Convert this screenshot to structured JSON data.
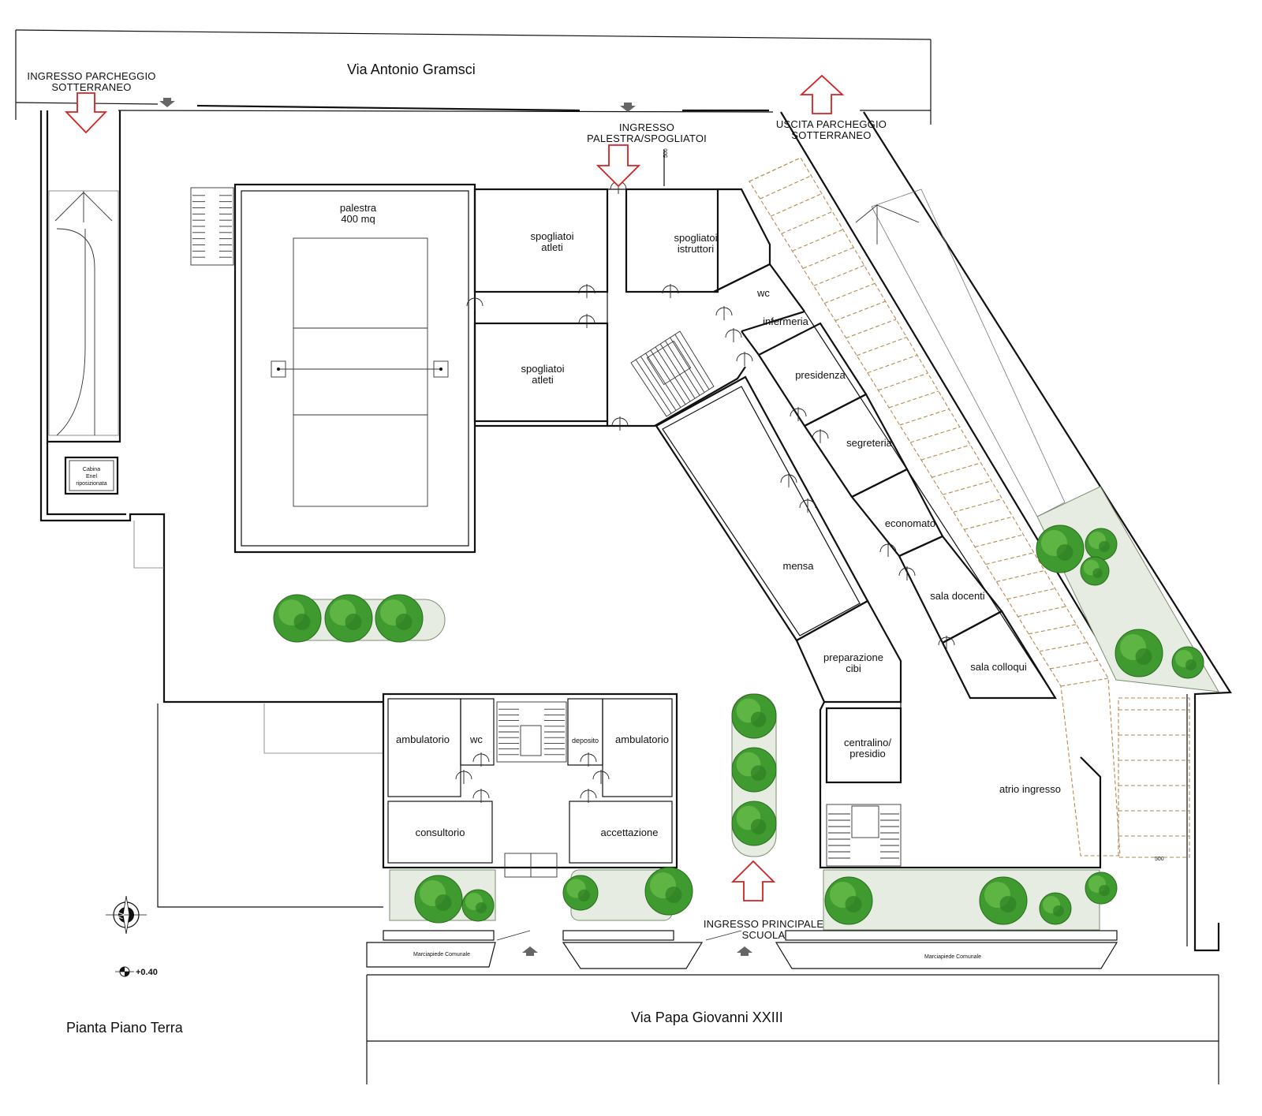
{
  "colors": {
    "wall": "#111111",
    "garden": "#e6ece2",
    "tree": "#3f9a2f",
    "arrow": "#d62020",
    "ramp": "#b58a52"
  },
  "streets": {
    "north": "Via Antonio Gramsci",
    "south": "Via Papa Giovanni XXIII"
  },
  "access": {
    "parking_in_line1": "INGRESSO PARCHEGGIO",
    "parking_in_line2": "SOTTERRANEO",
    "gym_in_line1": "INGRESSO",
    "gym_in_line2": "PALESTRA/SPOGLIATOI",
    "parking_out_line1": "USCITA PARCHEGGIO",
    "parking_out_line2": "SOTTERRANEO",
    "main_in_line1": "INGRESSO PRINCIPALE",
    "main_in_line2": "SCUOLA"
  },
  "rooms": {
    "palestra": "palestra",
    "palestra_area": "400 mq",
    "spogliatoi_line1": "spogliatoi",
    "atleti": "atleti",
    "istruttori": "istruttori",
    "wc": "wc",
    "infermeria": "infermeria",
    "presidenza": "presidenza",
    "segreteria": "segreteria",
    "economato": "economato",
    "sala_docenti": "sala docenti",
    "sala_colloqui": "sala colloqui",
    "mensa": "mensa",
    "preparazione_line1": "preparazione",
    "preparazione_line2": "cibi",
    "centralino_line1": "centralino/",
    "centralino_line2": "presidio",
    "atrio": "atrio ingresso",
    "ambulatorio": "ambulatorio",
    "deposito": "deposito",
    "consultorio": "consultorio",
    "accettazione": "accettazione",
    "cabina_line1": "Cabina",
    "cabina_line2": "Enel",
    "cabina_line3": "riposizionata"
  },
  "small_labels": {
    "sidewalk": "Marciapiede Comunale",
    "dim_500": "500",
    "level": "+0.40",
    "compass_n": "N"
  },
  "caption": "Pianta Piano Terra"
}
